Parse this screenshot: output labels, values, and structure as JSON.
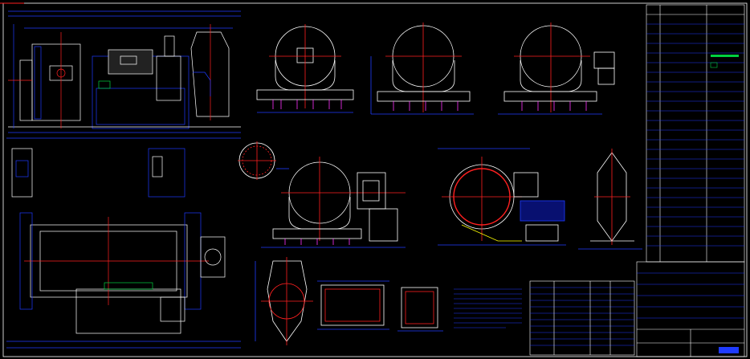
{
  "drawing": {
    "background": "#000000",
    "colors": {
      "outline": "#ffffff",
      "dimension": "#1f3bff",
      "centerline": "#ff2020",
      "hatch": "#ff33ff",
      "annotation": "#ffff00",
      "highlight": "#00d040",
      "accent": "#00e0ff"
    }
  },
  "views": [
    {
      "id": "front-elevation",
      "icon": "ball-mill-elevation"
    },
    {
      "id": "plan-view",
      "icon": "ball-mill-plan"
    },
    {
      "id": "section-1",
      "icon": "mill-cross-section"
    },
    {
      "id": "section-2",
      "icon": "mill-cross-section"
    },
    {
      "id": "section-3",
      "icon": "mill-cross-section"
    },
    {
      "id": "section-4",
      "icon": "mill-cross-section"
    },
    {
      "id": "section-5",
      "icon": "mill-end-section"
    },
    {
      "id": "detail-circle",
      "icon": "flange-detail"
    },
    {
      "id": "hopper-view",
      "icon": "hopper-elevation"
    },
    {
      "id": "bottom-hopper",
      "icon": "hopper-elevation"
    },
    {
      "id": "frame-detail-1",
      "icon": "frame-plan"
    },
    {
      "id": "frame-detail-2",
      "icon": "frame-plan"
    }
  ],
  "tables": {
    "title_block": {
      "icon": "title-block-table"
    },
    "parts_list": {
      "icon": "parts-list-table"
    },
    "notes_block": {
      "icon": "technical-notes"
    }
  }
}
